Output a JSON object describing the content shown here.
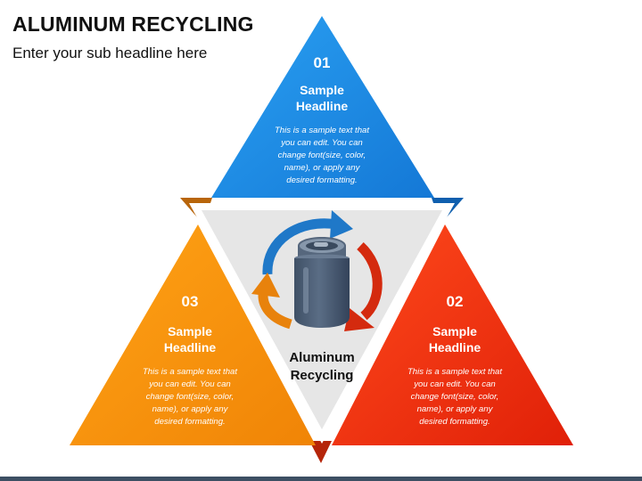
{
  "header": {
    "title": "ALUMINUM RECYCLING",
    "subtitle": "Enter your sub headline here"
  },
  "center": {
    "label_line1": "Aluminum",
    "label_line2": "Recycling"
  },
  "steps": [
    {
      "number": "01",
      "headline_line1": "Sample",
      "headline_line2": "Headline",
      "body_lines": [
        "This is a sample text that",
        "you can edit. You can",
        "change font(size, color,",
        "name), or apply any",
        "desired formatting."
      ],
      "color": "#1e8fe6"
    },
    {
      "number": "02",
      "headline_line1": "Sample",
      "headline_line2": "Headline",
      "body_lines": [
        "This is a sample text that",
        "you can edit. You can",
        "change font(size, color,",
        "name), or apply any",
        "desired formatting."
      ],
      "color": "#f03210"
    },
    {
      "number": "03",
      "headline_line1": "Sample",
      "headline_line2": "Headline",
      "body_lines": [
        "This is a sample text that",
        "you can edit. You can",
        "change font(size, color,",
        "name), or apply any",
        "desired formatting."
      ],
      "color": "#f7930c"
    }
  ],
  "colors": {
    "center_fill": "#e6e6e6",
    "can_body": "#4a5c72",
    "arrow_blue": "#1f78c8",
    "arrow_red": "#d42a0e",
    "arrow_orange": "#e8820c"
  },
  "icons": [
    "aluminum-can-icon",
    "recycle-arrows-icon"
  ]
}
